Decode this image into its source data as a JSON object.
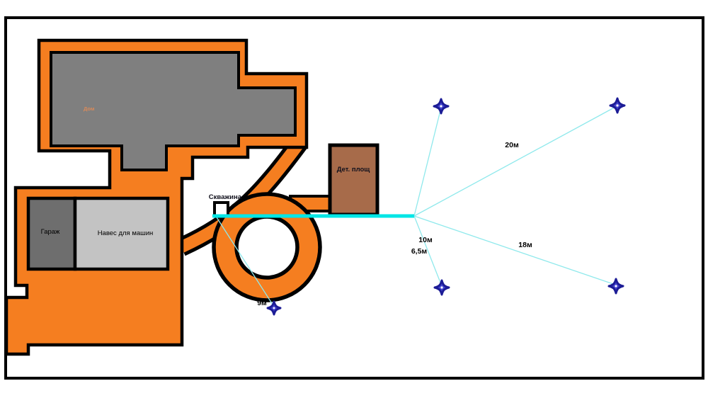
{
  "diagram": {
    "type": "property-site-plan",
    "labels": {
      "house": "Дом",
      "garage": "Гараж",
      "carport": "Навес для машин",
      "well": "Скважина",
      "playground": "Дет. площ"
    },
    "measurements": {
      "well_line": "9м",
      "top_right_line": "20м",
      "upper_left_line": "10м",
      "lower_left_line": "6,5м",
      "bottom_right_line": "18м"
    },
    "colors": {
      "plot": "#f57e20",
      "house_roof": "#7f7f7f",
      "garage": "#6e6e6e",
      "carport": "#c3c3c3",
      "playground": "#a76b4a",
      "outline": "#000000",
      "water_line": "#00e6e6",
      "measure_line": "#8fe9ec",
      "marker_fill": "#4446d0",
      "marker_border": "#1c1c96",
      "background": "#ffffff"
    }
  }
}
